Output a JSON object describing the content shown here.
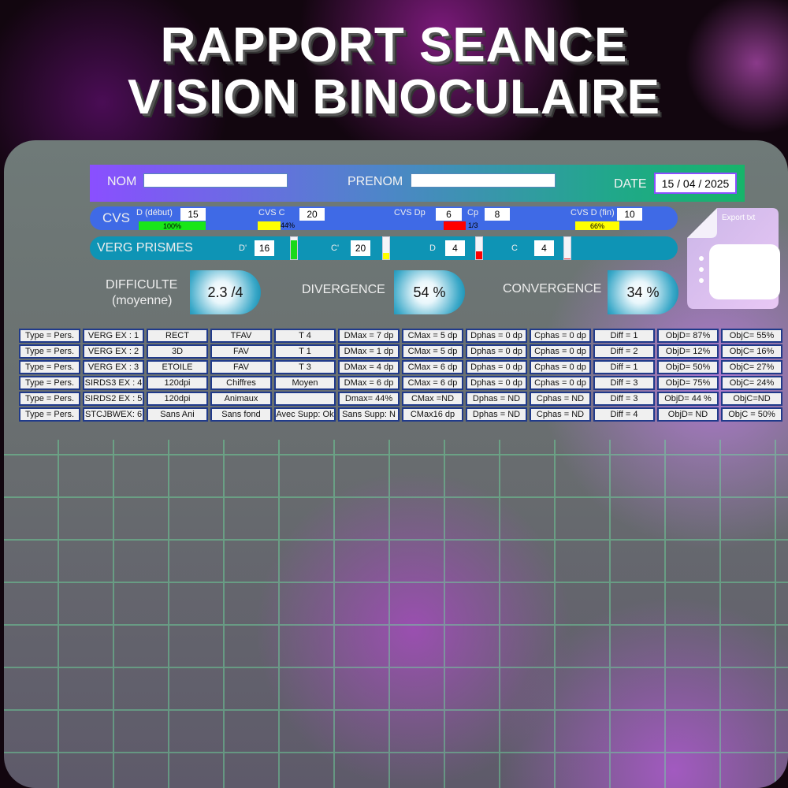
{
  "title": {
    "line1": "RAPPORT SEANCE",
    "line2": "VISION BINOCULAIRE"
  },
  "header": {
    "nom_label": "NOM",
    "nom_value": "",
    "prenom_label": "PRENOM",
    "prenom_value": "",
    "date_label": "DATE",
    "date_value": "15 / 04 / 2025"
  },
  "cvs": {
    "label": "CVS",
    "d_debut_label": "D (début)",
    "d_debut": "15",
    "d_debut_pct": "100%",
    "cvs_c_label": "CVS C",
    "cvs_c": "20",
    "cvs_c_pct": "44%",
    "cvs_dp_label": "CVS  Dp",
    "dp": "6",
    "cp_label": "Cp",
    "cp": "8",
    "ratio": "1/3",
    "d_fin_label": "CVS D (fin)",
    "d_fin": "10",
    "d_fin_pct": "66%"
  },
  "verg": {
    "label": "VERG PRISMES",
    "d_prime_label": "D'",
    "d_prime": "16",
    "c_prime_label": "C'",
    "c_prime": "20",
    "d_label": "D",
    "d": "4",
    "c_label": "C",
    "c": "4",
    "gauges": [
      0.85,
      0.3,
      0.35,
      0.05
    ]
  },
  "scores": {
    "difficulte_label": "DIFFICULTE",
    "difficulte_sub": "(moyenne)",
    "difficulte": "2.3 /4",
    "divergence_label": "DIVERGENCE",
    "divergence": "54 %",
    "convergence_label": "CONVERGENCE",
    "convergence": "34 %"
  },
  "export": {
    "label": "Export txt"
  },
  "table": [
    [
      "Type = Pers.",
      "VERG EX : 1",
      "RECT",
      "TFAV",
      "T 4",
      "DMax = 7 dp",
      "CMax = 5 dp",
      "Dphas = 0 dp",
      "Cphas = 0 dp",
      "Diff  = 1",
      "ObjD= 87%",
      "ObjC= 55%"
    ],
    [
      "Type = Pers.",
      "VERG EX : 2",
      "3D",
      "FAV",
      "T 1",
      "DMax = 1 dp",
      "CMax = 5 dp",
      "Dphas = 0 dp",
      "Cphas = 0 dp",
      "Diff  = 2",
      "ObjD= 12%",
      "ObjC= 16%"
    ],
    [
      "Type = Pers.",
      "VERG EX : 3",
      "ETOILE",
      "FAV",
      "T 3",
      "DMax = 4 dp",
      "CMax = 6 dp",
      "Dphas = 0 dp",
      "Cphas = 0 dp",
      "Diff  = 1",
      "ObjD= 50%",
      "ObjC= 27%"
    ],
    [
      "Type = Pers.",
      "SIRDS3 EX : 4",
      "120dpi",
      "Chiffres",
      "Moyen",
      "DMax = 6 dp",
      "CMax = 6 dp",
      "Dphas = 0 dp",
      "Cphas = 0 dp",
      "Diff  = 3",
      "ObjD= 75%",
      "ObjC= 24%"
    ],
    [
      "Type = Pers.",
      "SIRDS2 EX : 5",
      "120dpi",
      "Animaux",
      "",
      "Dmax= 44%",
      "CMax =ND",
      "Dphas = ND",
      "Cphas =  ND",
      "Diff  = 3",
      "ObjD= 44 %",
      "ObjC=ND"
    ],
    [
      "Type = Pers.",
      "STCJBWEX: 6",
      "Sans Ani",
      "Sans fond",
      "Avec Supp: Ok",
      "Sans Supp: N",
      "CMax16 dp",
      "Dphas = ND",
      "Cphas =  ND",
      "Diff  = 4",
      "ObjD= ND",
      "ObjC = 50%"
    ]
  ]
}
